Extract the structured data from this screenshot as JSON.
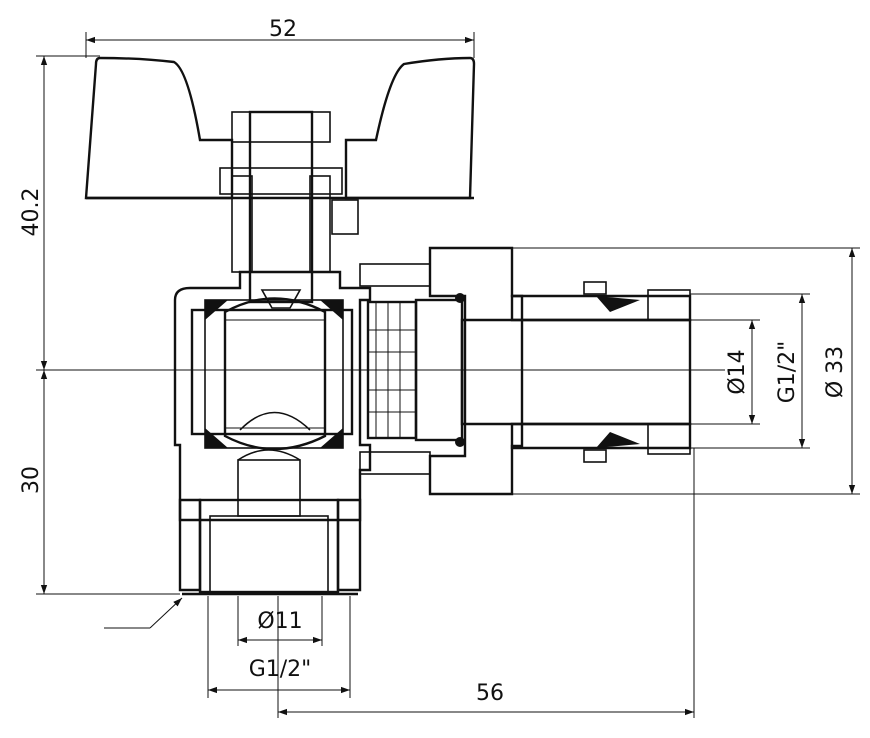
{
  "dimensions": {
    "handle_width": "52",
    "total_height": "40.2",
    "lower_height": "30",
    "bore": "Ø11",
    "bottom_thread": "G1/2\"",
    "horizontal_offset": "56",
    "outlet_bore": "Ø14",
    "outlet_thread": "G1/2\"",
    "nut_diameter": "Ø 33"
  },
  "colors": {
    "line": "#111111",
    "background": "#ffffff"
  }
}
